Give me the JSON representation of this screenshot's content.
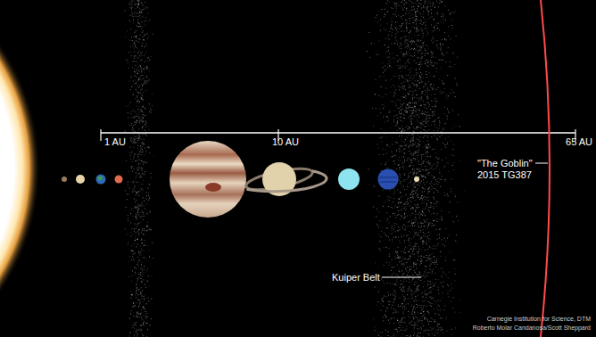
{
  "diagram": {
    "labels": [
      "1 AU",
      "10 AU",
      "65 AU",
      "\"The Goblin\"",
      "2015 TG387",
      "Kuiper Belt",
      "Carnegie Institution for Science, DTM",
      "Roberto Molar Candanosa/Scott Sheppard"
    ]
  }
}
